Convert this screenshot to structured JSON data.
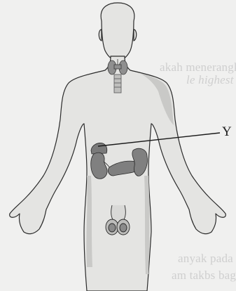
{
  "diagram": {
    "label": "Y"
  },
  "background_text": {
    "line_1": "akah menerangkan lakaja pa",
    "line_2": "le highest activity?",
    "line_3": "anyak pada dan kerap n",
    "line_4": "am takbs bagi dari"
  },
  "colors": {
    "page": "#f0f0ef",
    "body_fill": "#e3e3e1",
    "body_outline": "#2a2a2a",
    "shading": "#c8c8c6",
    "organs": "#6e6e6e",
    "label_line": "#1a1a1a"
  }
}
